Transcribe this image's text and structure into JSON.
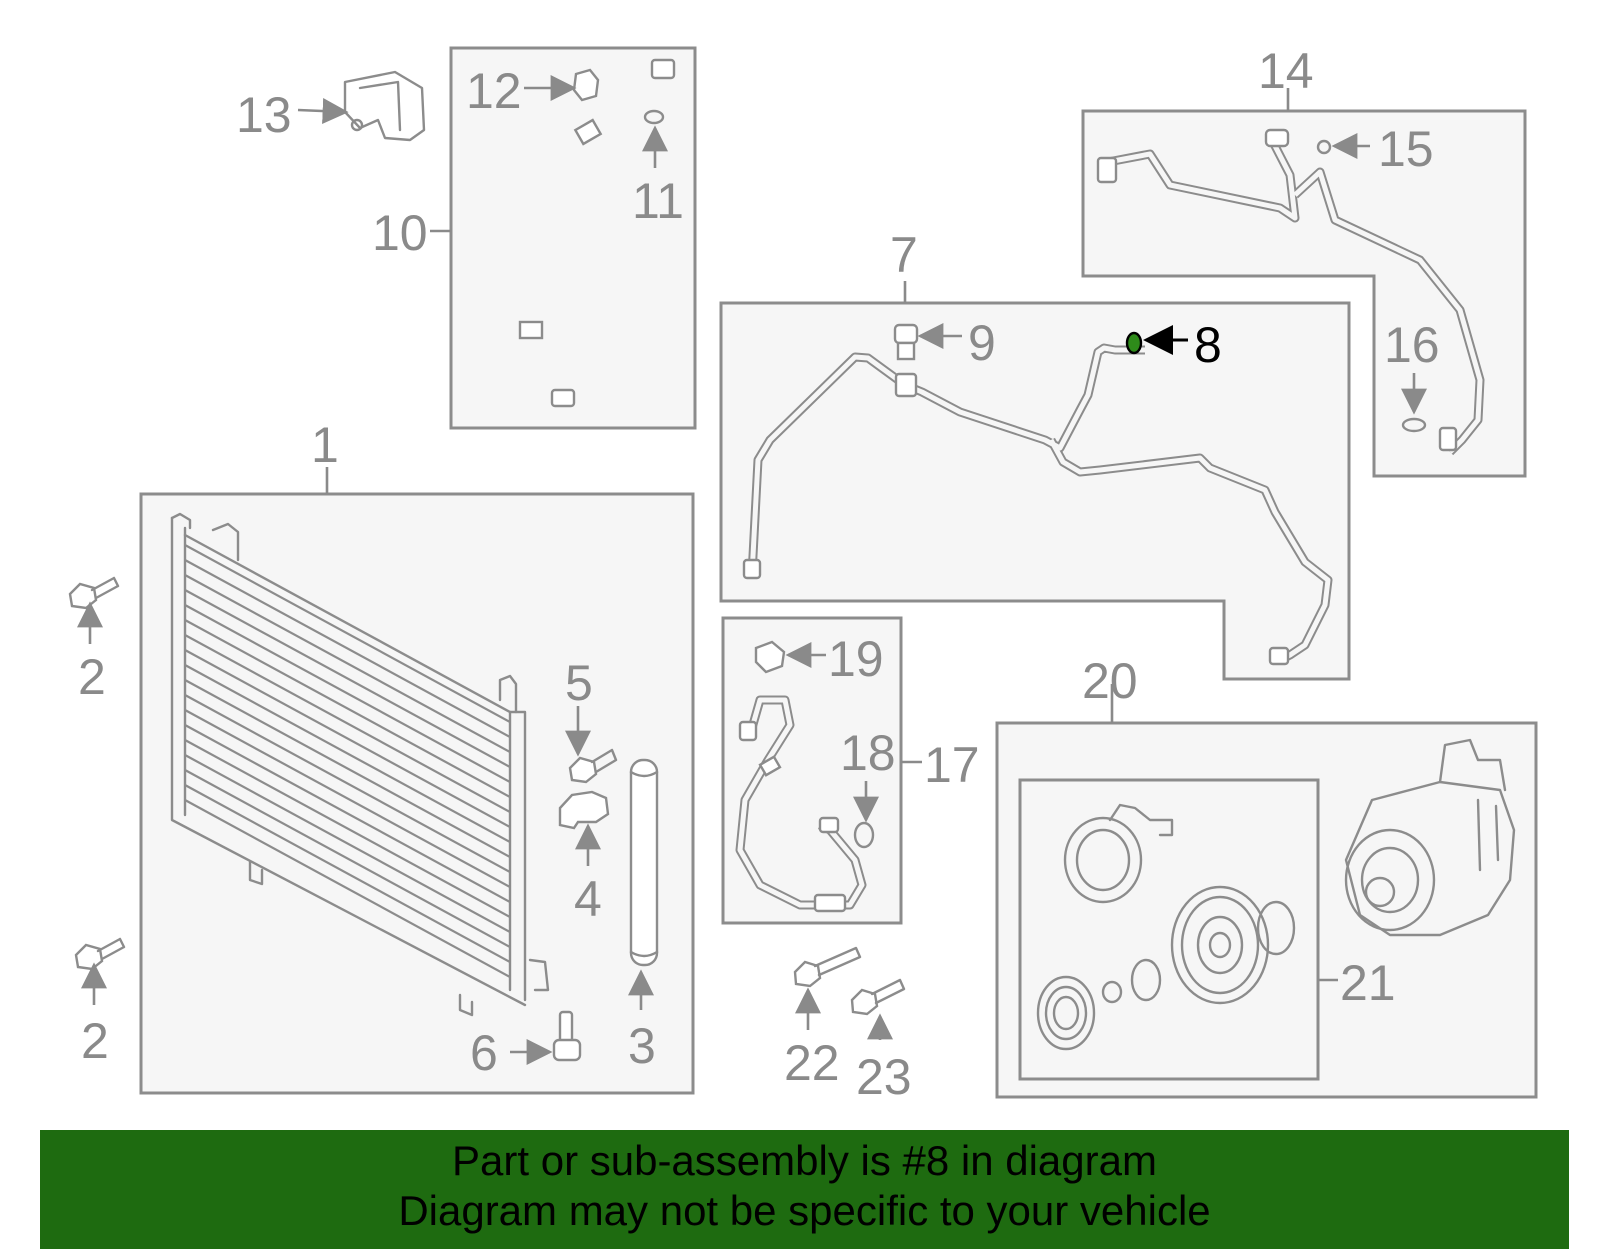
{
  "callouts": [
    "1",
    "2",
    "2",
    "3",
    "4",
    "5",
    "6",
    "7",
    "8",
    "9",
    "10",
    "11",
    "12",
    "13",
    "14",
    "15",
    "16",
    "17",
    "18",
    "19",
    "20",
    "21",
    "22",
    "23"
  ],
  "highlight": {
    "part_number": "8",
    "color": "#2e8b1a"
  },
  "banner": {
    "line1": "Part or sub-assembly is #8 in diagram",
    "line2": "Diagram may not be specific to your vehicle",
    "background": "#1e6b10"
  }
}
